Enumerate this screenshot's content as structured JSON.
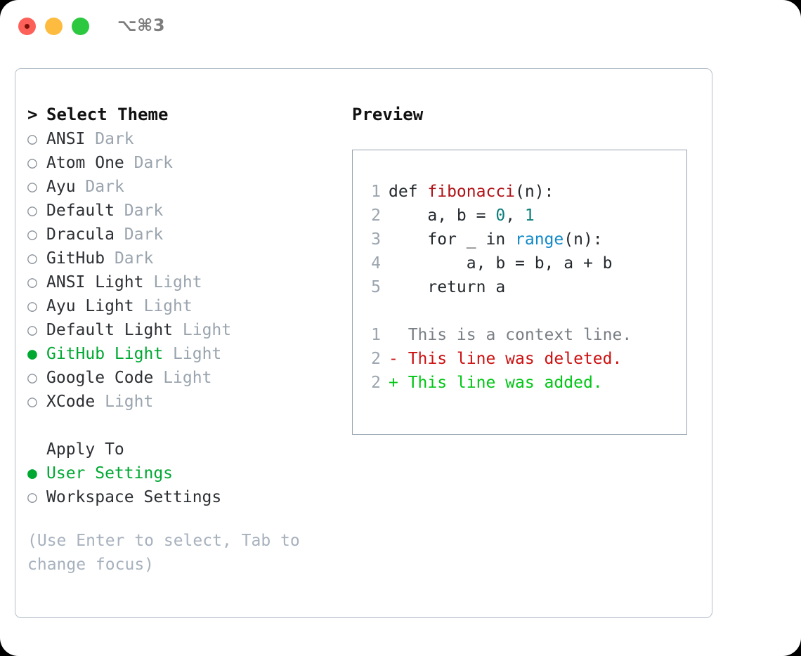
{
  "titlebar": {
    "shortcut": "⌥⌘3",
    "buttons": {
      "close": "close",
      "minimize": "minimize",
      "maximize": "maximize"
    }
  },
  "theme_picker": {
    "header_caret": ">",
    "header_label": "Select Theme",
    "marker_unselected": "○",
    "marker_selected": "●",
    "items": [
      {
        "name": "ANSI",
        "badge": "Dark",
        "selected": false
      },
      {
        "name": "Atom One",
        "badge": "Dark",
        "selected": false
      },
      {
        "name": "Ayu",
        "badge": "Dark",
        "selected": false
      },
      {
        "name": "Default",
        "badge": "Dark",
        "selected": false
      },
      {
        "name": "Dracula",
        "badge": "Dark",
        "selected": false
      },
      {
        "name": "GitHub",
        "badge": "Dark",
        "selected": false
      },
      {
        "name": "ANSI Light",
        "badge": "Light",
        "selected": false
      },
      {
        "name": "Ayu Light",
        "badge": "Light",
        "selected": false
      },
      {
        "name": "Default Light",
        "badge": "Light",
        "selected": false
      },
      {
        "name": "GitHub Light",
        "badge": "Light",
        "selected": true
      },
      {
        "name": "Google Code",
        "badge": "Light",
        "selected": false
      },
      {
        "name": "XCode",
        "badge": "Light",
        "selected": false
      }
    ]
  },
  "apply_to": {
    "label": "Apply To",
    "options": [
      {
        "name": "User Settings",
        "selected": true
      },
      {
        "name": "Workspace Settings",
        "selected": false
      }
    ]
  },
  "hint": "(Use Enter to select, Tab to change focus)",
  "preview": {
    "title": "Preview",
    "code_lines": [
      {
        "no": "1",
        "tokens": [
          {
            "t": "def ",
            "c": "plain"
          },
          {
            "t": "fibonacci",
            "c": "func"
          },
          {
            "t": "(n):",
            "c": "plain"
          }
        ]
      },
      {
        "no": "2",
        "tokens": [
          {
            "t": "    a, b = ",
            "c": "plain"
          },
          {
            "t": "0",
            "c": "num"
          },
          {
            "t": ", ",
            "c": "plain"
          },
          {
            "t": "1",
            "c": "num"
          }
        ]
      },
      {
        "no": "3",
        "tokens": [
          {
            "t": "    for _ in ",
            "c": "plain"
          },
          {
            "t": "range",
            "c": "builtin"
          },
          {
            "t": "(n):",
            "c": "plain"
          }
        ]
      },
      {
        "no": "4",
        "tokens": [
          {
            "t": "        a, b = b, a + b",
            "c": "plain"
          }
        ]
      },
      {
        "no": "5",
        "tokens": [
          {
            "t": "    return a",
            "c": "plain"
          }
        ]
      }
    ],
    "diff_lines": [
      {
        "no": "1",
        "text": "  This is a context line.",
        "kind": "ctx"
      },
      {
        "no": "2",
        "text": "- This line was deleted.",
        "kind": "del"
      },
      {
        "no": "2",
        "text": "+ This line was added.",
        "kind": "add"
      }
    ]
  },
  "colors": {
    "selected_green": "#00a832",
    "badge_gray": "#9aa4ae",
    "hint_gray": "#a7b1bd",
    "panel_border": "#b6c0ca",
    "code_border": "#97a3b0",
    "token_function": "#b01217",
    "token_number": "#0c7f7a",
    "token_builtin": "#1189c8",
    "diff_deleted": "#cc1111",
    "diff_added": "#00c614",
    "diff_context": "#7a7f85"
  }
}
